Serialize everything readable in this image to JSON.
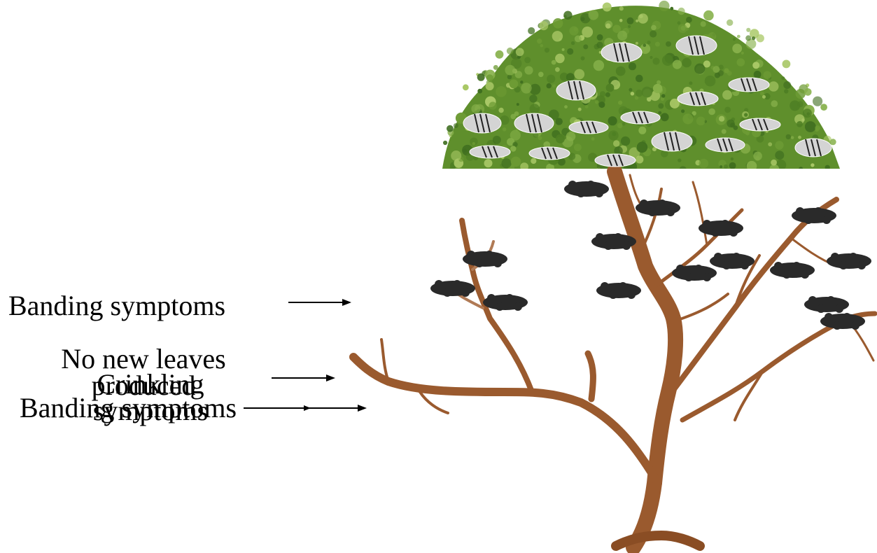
{
  "labels": {
    "banding_top": "Banding symptoms",
    "no_new_leaves": "No new leaves produced",
    "crinkling": "Crinkling symptoms",
    "banding_bottom": "Banding symptoms"
  },
  "colors": {
    "canopy_dark": "#3f6e1f",
    "canopy_mid": "#6d9b34",
    "canopy_light": "#a9c866",
    "striped_leaf": "#d4d4d4",
    "dark_blob": "#2a2a2a",
    "branch": "#9a5a2e",
    "branch_dark": "#7a4220",
    "arrow": "#000000"
  },
  "icons": {
    "striped_leaf": "striped-oval-icon",
    "dark_leaf": "dark-cloud-blob-icon"
  }
}
